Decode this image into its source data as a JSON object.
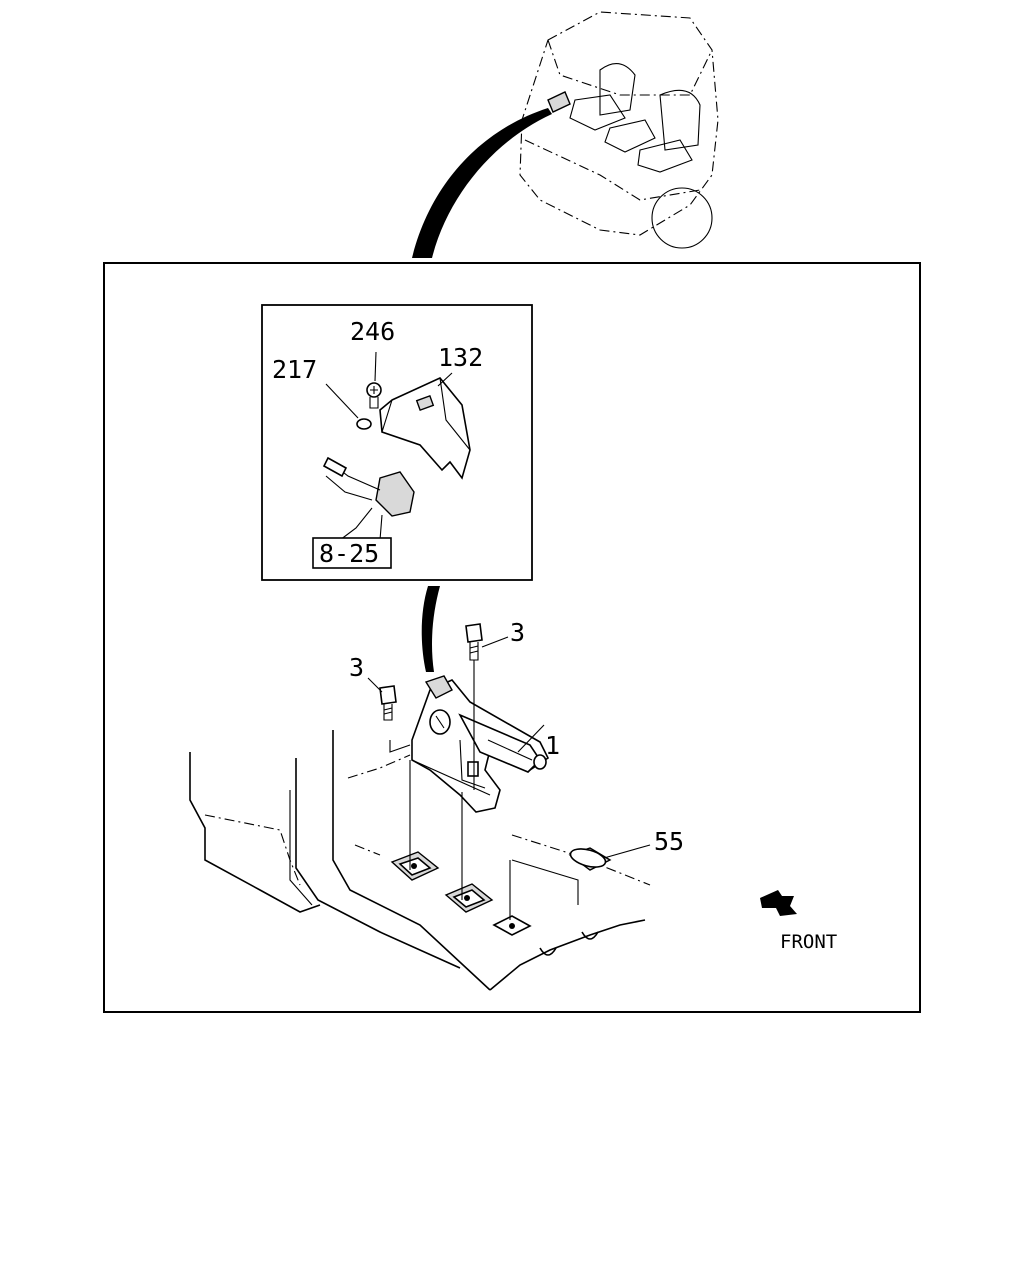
{
  "labels": {
    "p246": "246",
    "p217": "217",
    "p132": "132",
    "ref825": "8-25",
    "p3a": "3",
    "p3b": "3",
    "p1": "1",
    "p55": "55",
    "front": "FRONT"
  },
  "icons": {
    "front_arrow": "arrow-down-right-icon"
  }
}
